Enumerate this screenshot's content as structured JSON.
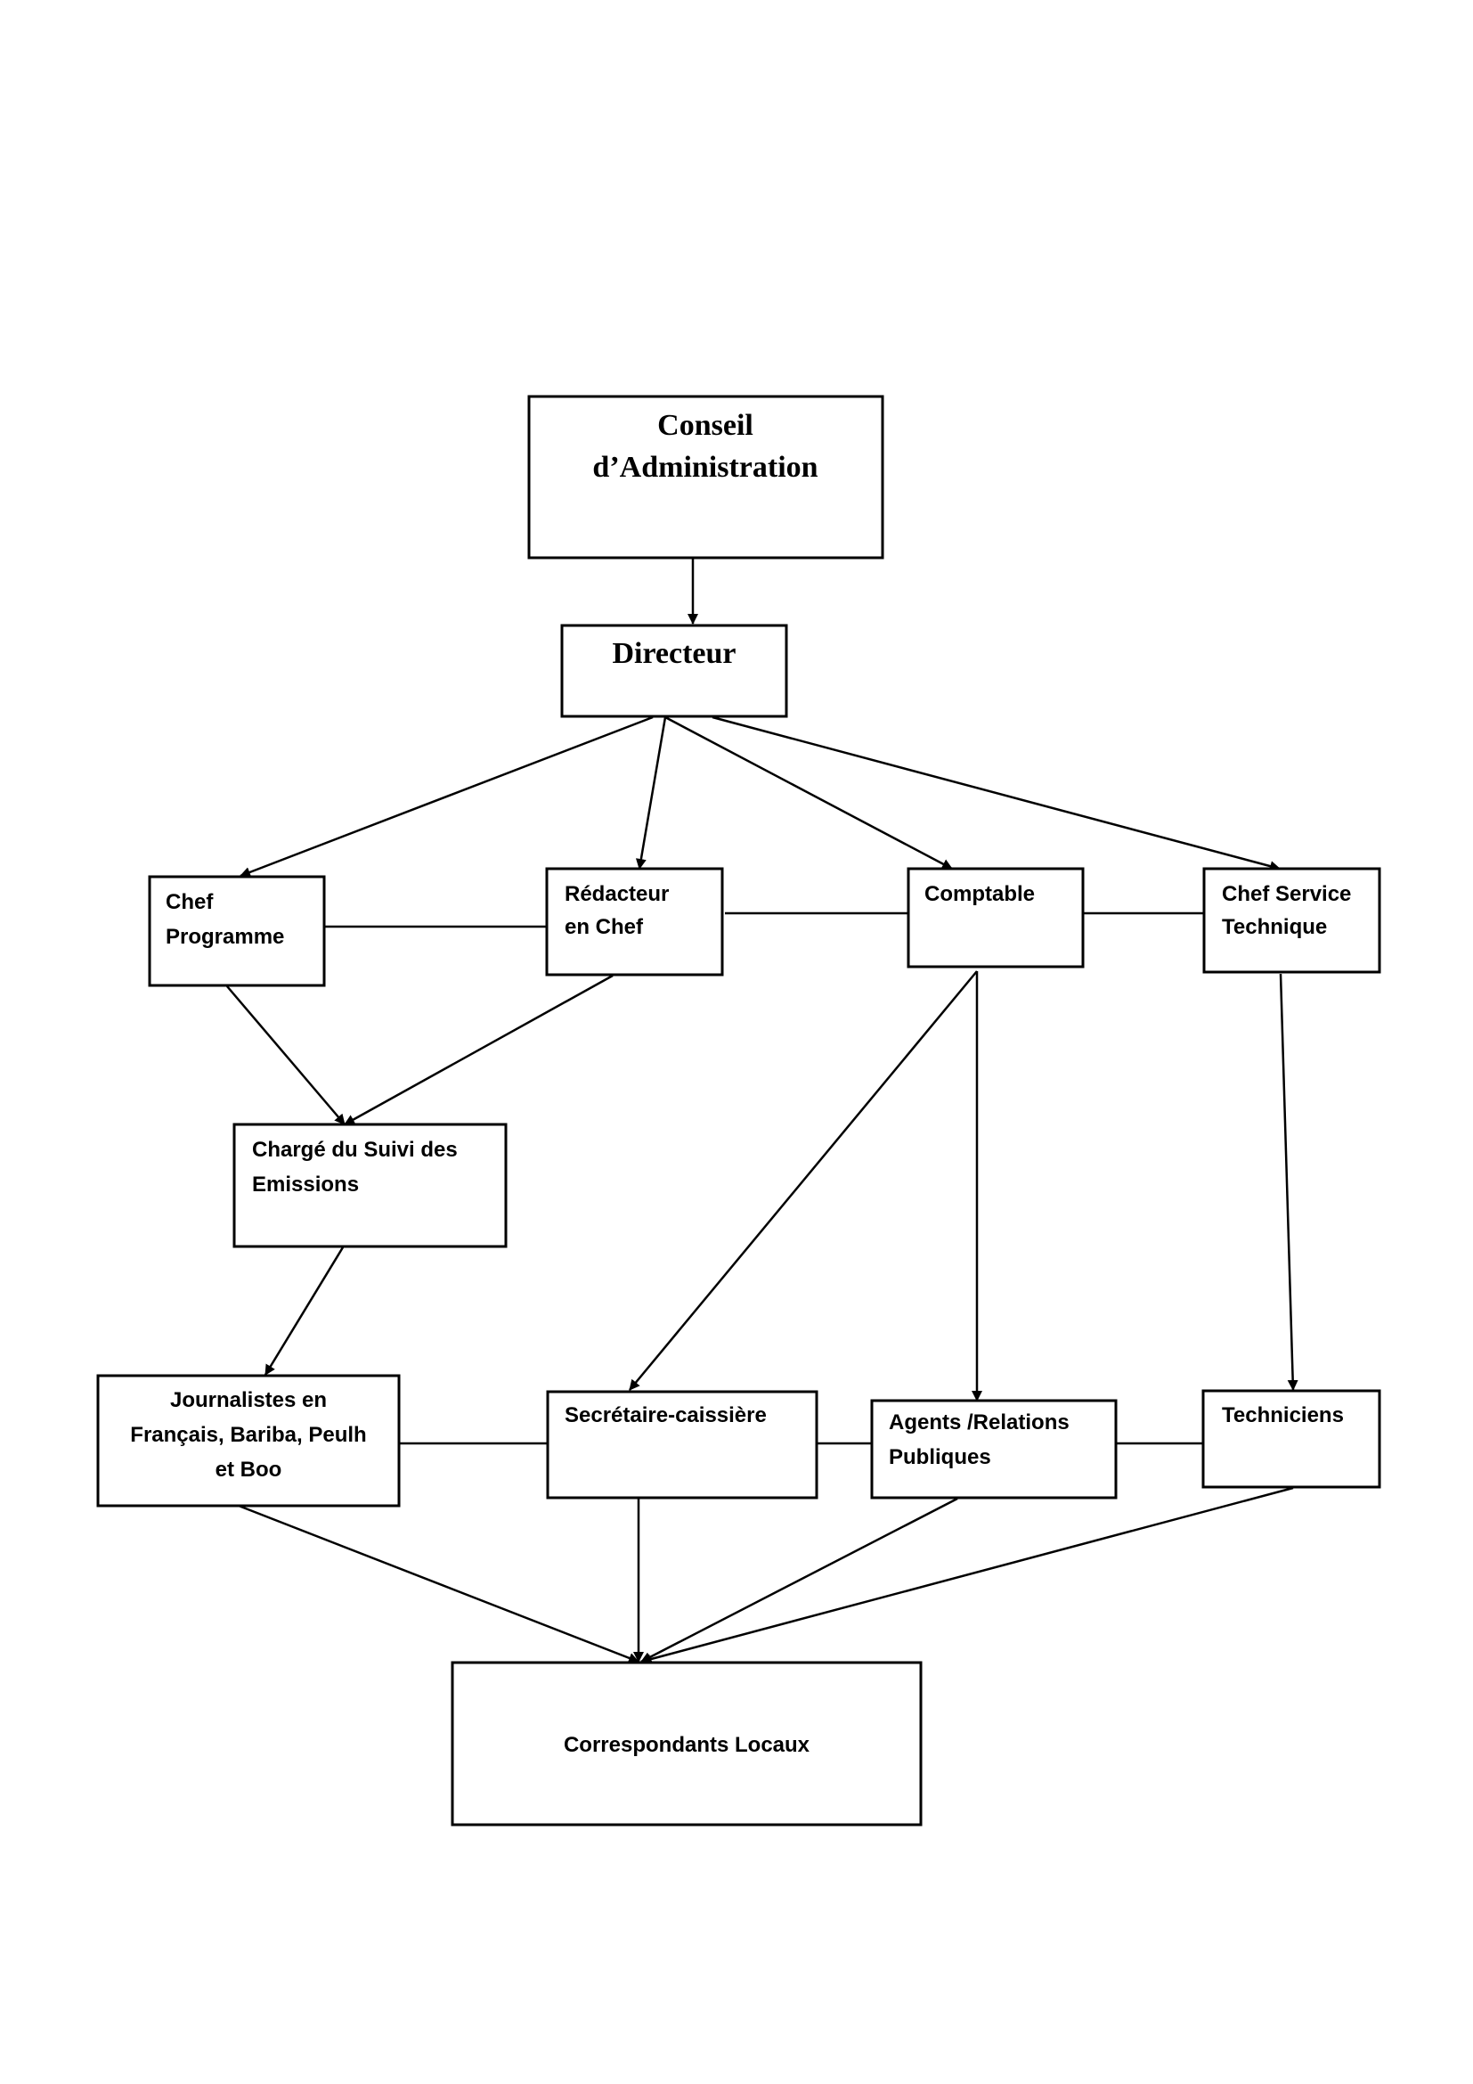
{
  "diagram": {
    "nodes": {
      "conseil": {
        "line1": "Conseil",
        "line2": "d’Administration"
      },
      "directeur": {
        "line1": "Directeur"
      },
      "chef_programme": {
        "line1": "Chef",
        "line2": "Programme"
      },
      "redacteur": {
        "line1": "Rédacteur",
        "line2": "en Chef"
      },
      "comptable": {
        "line1": "Comptable"
      },
      "chef_service": {
        "line1": "Chef Service",
        "line2": "Technique"
      },
      "charge_suivi": {
        "line1": "Chargé du Suivi des",
        "line2": "Emissions"
      },
      "journalistes": {
        "line1": "Journalistes en",
        "line2": "Français, Bariba, Peulh",
        "line3": "et Boo"
      },
      "secretaire": {
        "line1": "Secrétaire-caissière"
      },
      "agents": {
        "line1": "Agents /Relations",
        "line2": "Publiques"
      },
      "techniciens": {
        "line1": "Techniciens"
      },
      "correspondants": {
        "line1": "Correspondants Locaux"
      }
    },
    "arrows": [
      [
        "conseil",
        "directeur"
      ],
      [
        "directeur",
        "chef_programme"
      ],
      [
        "directeur",
        "redacteur"
      ],
      [
        "directeur",
        "comptable"
      ],
      [
        "directeur",
        "chef_service"
      ],
      [
        "chef_programme",
        "charge_suivi"
      ],
      [
        "redacteur",
        "charge_suivi"
      ],
      [
        "charge_suivi",
        "journalistes"
      ],
      [
        "comptable",
        "secretaire"
      ],
      [
        "comptable",
        "agents"
      ],
      [
        "chef_service",
        "techniciens"
      ],
      [
        "journalistes",
        "correspondants"
      ],
      [
        "secretaire",
        "correspondants"
      ],
      [
        "agents",
        "correspondants"
      ],
      [
        "techniciens",
        "correspondants"
      ]
    ],
    "links": [
      [
        "chef_programme",
        "redacteur"
      ],
      [
        "redacteur",
        "comptable"
      ],
      [
        "comptable",
        "chef_service"
      ],
      [
        "journalistes",
        "secretaire"
      ],
      [
        "secretaire",
        "agents"
      ],
      [
        "agents",
        "techniciens"
      ]
    ]
  }
}
